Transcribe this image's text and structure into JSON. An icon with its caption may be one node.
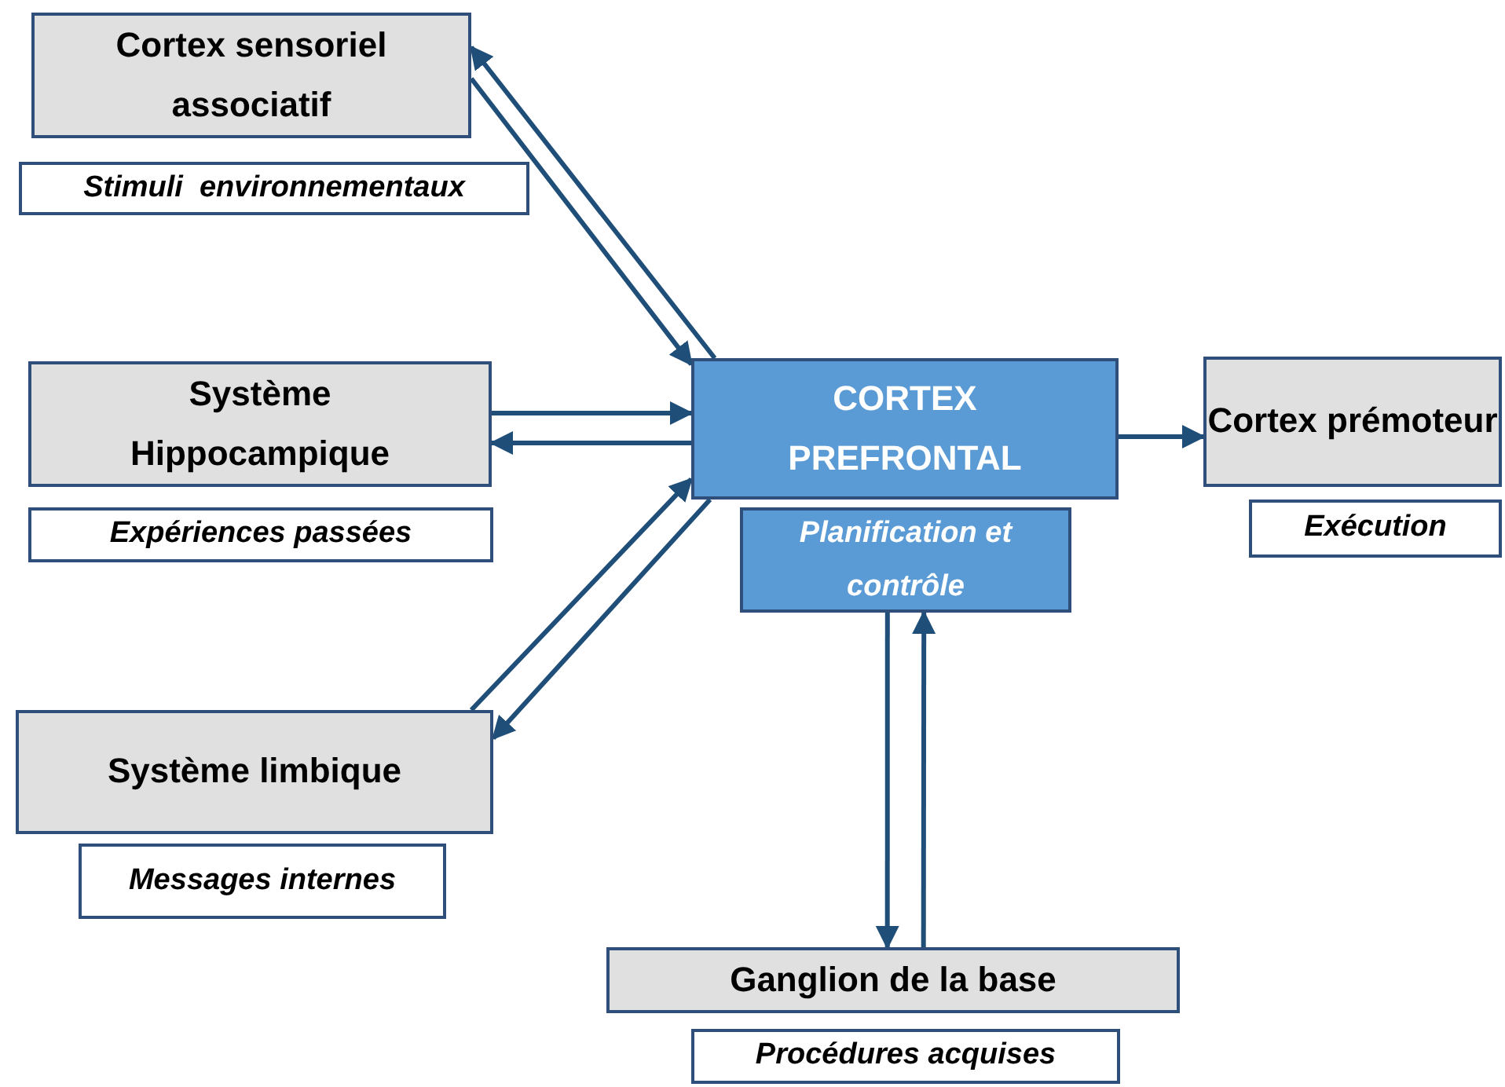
{
  "diagram": {
    "nodes": [
      {
        "text": [
          "Cortex sensoriel associatif"
        ]
      },
      {
        "text": [
          "Stimuli  environnementaux"
        ]
      },
      {
        "text": [
          "Système Hippocampique"
        ]
      },
      {
        "text": [
          "Expériences passées"
        ]
      },
      {
        "text": [
          "CORTEX PREFRONTAL"
        ]
      },
      {
        "text": [
          "Planification et contrôle"
        ]
      },
      {
        "text": [
          "Cortex prémoteur"
        ]
      },
      {
        "text": [
          "Exécution"
        ]
      },
      {
        "text": [
          "Système limbique"
        ]
      },
      {
        "text": [
          "Messages internes"
        ]
      },
      {
        "text": [
          "Ganglion de la base"
        ]
      },
      {
        "text": [
          "Procédures acquises"
        ]
      }
    ],
    "edges": [
      {
        "from": 4,
        "to": 0,
        "arrow": "to"
      },
      {
        "from": 0,
        "to": 4,
        "arrow": "to"
      },
      {
        "from": 2,
        "to": 4,
        "arrow": "to"
      },
      {
        "from": 4,
        "to": 2,
        "arrow": "to"
      },
      {
        "from": 8,
        "to": 4,
        "arrow": "to"
      },
      {
        "from": 4,
        "to": 8,
        "arrow": "to"
      },
      {
        "from": 4,
        "to": 6,
        "arrow": "to"
      },
      {
        "from": 5,
        "to": 10,
        "arrow": "to"
      },
      {
        "from": 10,
        "to": 5,
        "arrow": "to"
      }
    ]
  }
}
